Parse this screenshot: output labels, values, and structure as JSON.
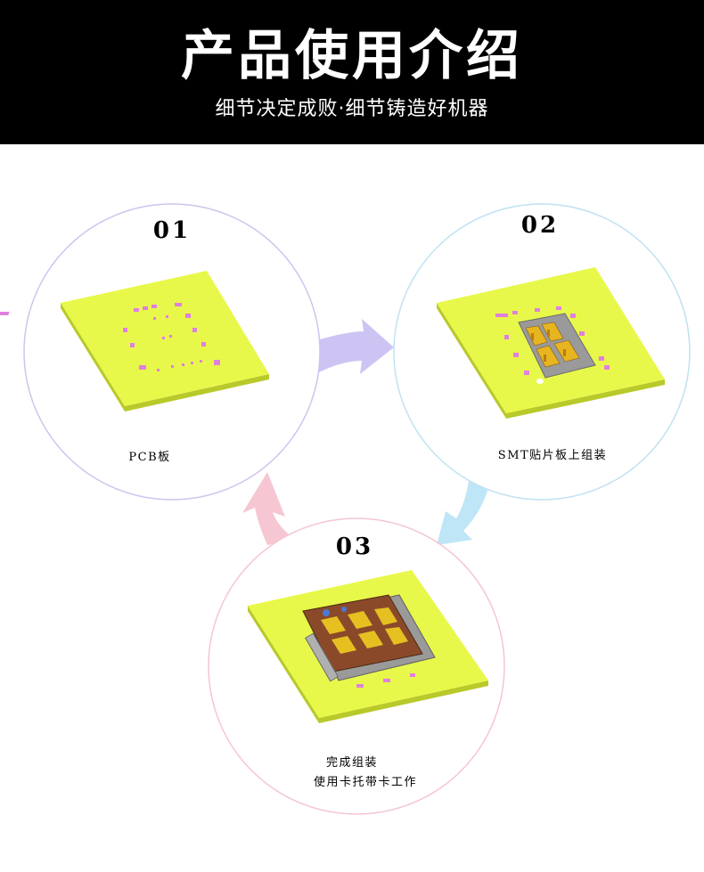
{
  "header": {
    "title": "产品使用介绍",
    "subtitle": "细节决定成败·细节铸造好机器"
  },
  "steps": [
    {
      "number": "01",
      "caption": "PCB板",
      "ring_color": "#cfc3ee"
    },
    {
      "number": "02",
      "caption": "SMT贴片板上组装",
      "ring_color": "#bfe2f2"
    },
    {
      "number": "03",
      "caption_line1": "完成组装",
      "caption_line2": "使用卡托带卡工作",
      "ring_color": "#f4c5d2"
    }
  ],
  "colors": {
    "header_bg": "#000000",
    "board_top": "#e8f84a",
    "board_side": "#b9c92a",
    "pad": "#e07fe0",
    "arrow_purple": "#cdc4f4",
    "arrow_blue": "#bfe6f6",
    "arrow_pink": "#f6c7d3"
  }
}
